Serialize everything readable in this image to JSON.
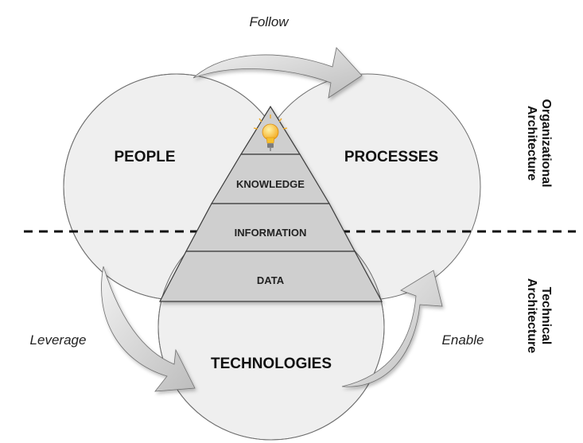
{
  "circles": {
    "people": "PEOPLE",
    "processes": "PROCESSES",
    "technologies": "TECHNOLOGIES"
  },
  "pyramid": {
    "tiers": [
      "KNOWLEDGE",
      "INFORMATION",
      "DATA"
    ],
    "apex_icon": "lightbulb-icon"
  },
  "arrows": {
    "follow": "Follow",
    "leverage": "Leverage",
    "enable": "Enable"
  },
  "side_labels": {
    "organizational": [
      "Organizational",
      "Architecture"
    ],
    "technical": [
      "Technical",
      "Architecture"
    ]
  },
  "colors": {
    "circle_fill": "#efefef",
    "circle_stroke": "#6f6f6f",
    "pyramid_fill": "#cfcfcf",
    "arrow_fill": "#d9d9d9",
    "bulb": "#f6c02c"
  }
}
